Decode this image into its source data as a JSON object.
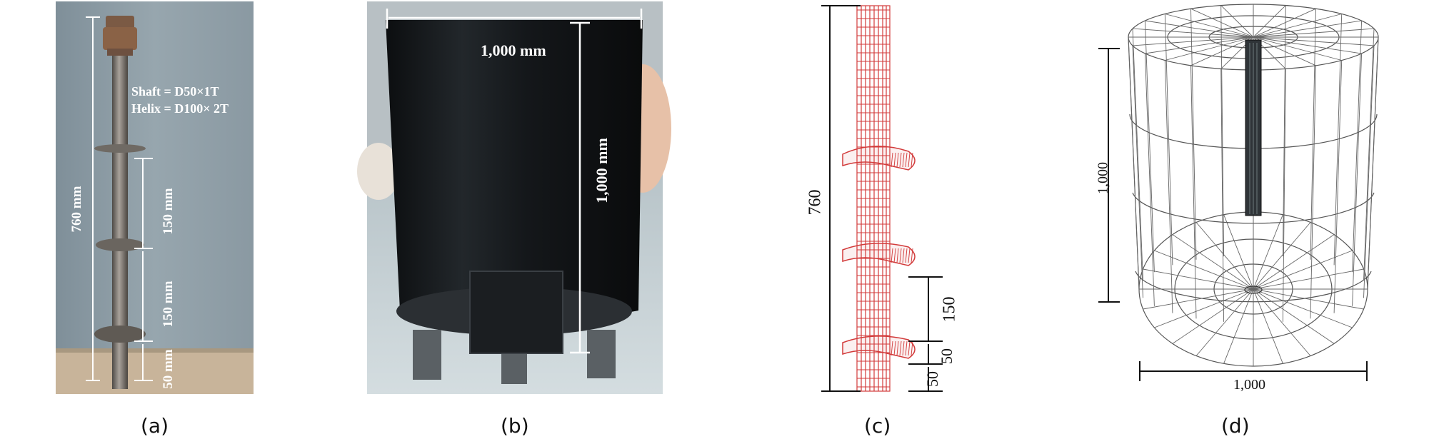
{
  "panel_a": {
    "caption": "(a)",
    "height_label": "760 mm",
    "spacing_1": "150 mm",
    "spacing_2": "150 mm",
    "tip_label": "50 mm",
    "shaft_spec": "Shaft = D50×1T",
    "helix_spec": "Helix = D100× 2T"
  },
  "panel_b": {
    "caption": "(b)",
    "width_label": "1,000 mm",
    "height_label": "1,000 mm"
  },
  "panel_c": {
    "caption": "(c)",
    "height_label": "760",
    "spacing_label": "150",
    "helix_gap_label": "50",
    "tip_label": "50"
  },
  "panel_d": {
    "caption": "(d)",
    "height_label": "1,000",
    "width_label": "1,000"
  },
  "colors": {
    "mesh_red": "#d23a3a",
    "tank_black": "#15181b",
    "wall_bg": "#8c9aa2"
  }
}
